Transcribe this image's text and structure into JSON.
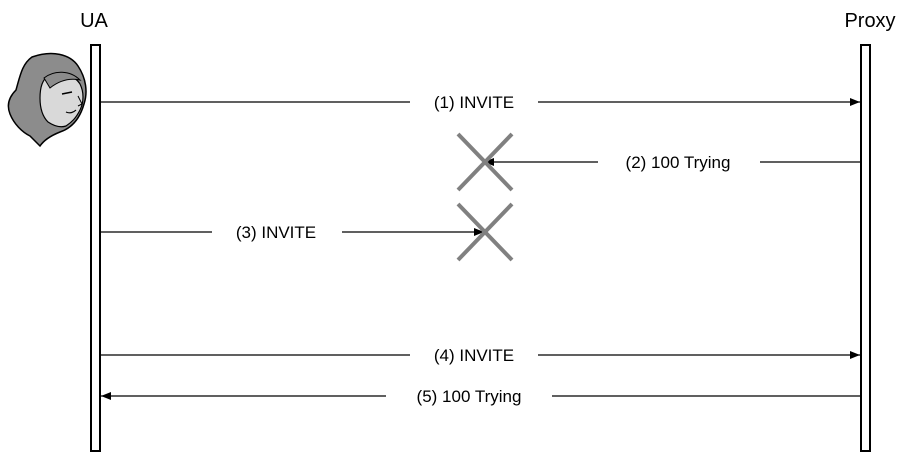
{
  "actors": {
    "ua": {
      "label": "UA",
      "icon": "user-avatar-icon"
    },
    "proxy": {
      "label": "Proxy"
    }
  },
  "messages": [
    {
      "label": "(1) INVITE",
      "from": "ua",
      "to": "proxy",
      "status": "delivered"
    },
    {
      "label": "(2) 100 Trying",
      "from": "proxy",
      "to": "ua",
      "status": "lost"
    },
    {
      "label": "(3) INVITE",
      "from": "ua",
      "to": "proxy",
      "status": "lost"
    },
    {
      "label": "(4) INVITE",
      "from": "ua",
      "to": "proxy",
      "status": "delivered"
    },
    {
      "label": "(5) 100 Trying",
      "from": "proxy",
      "to": "ua",
      "status": "delivered"
    }
  ],
  "colors": {
    "line": "#000000",
    "lost_marker": "#808080",
    "avatar_hair": "#8c8c8c",
    "avatar_face": "#d9d9d9"
  }
}
